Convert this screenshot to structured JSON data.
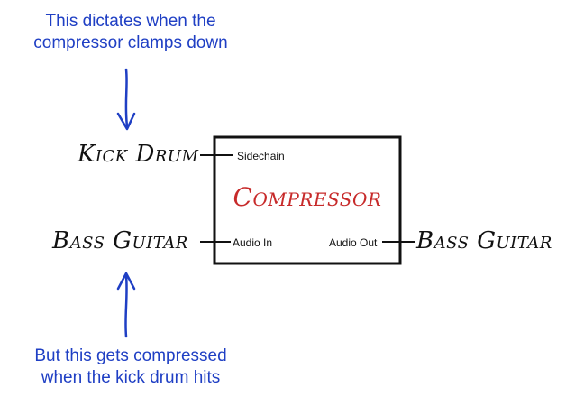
{
  "annotations": {
    "top_lines": [
      "This dictates when the",
      "compressor clamps down"
    ],
    "bottom_lines": [
      "But this gets compressed",
      "when the kick drum hits"
    ]
  },
  "inputs": {
    "sidechain_source": "Kick Drum",
    "audio_in_source": "Bass Guitar"
  },
  "outputs": {
    "audio_out_destination": "Bass Guitar"
  },
  "compressor": {
    "title": "Compressor",
    "ports": {
      "sidechain": "Sidechain",
      "audio_in": "Audio In",
      "audio_out": "Audio Out"
    }
  },
  "colors": {
    "annotation": "#1f3fc4",
    "compressor_title": "#c72a2a",
    "ink": "#111111"
  }
}
